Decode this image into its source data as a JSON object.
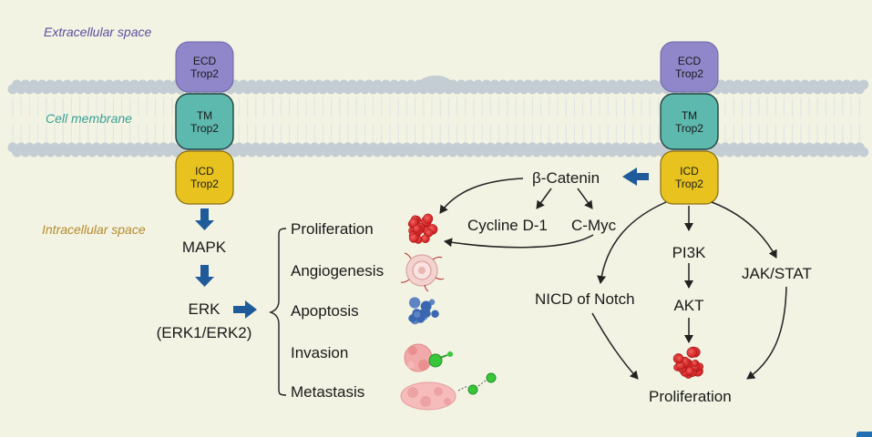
{
  "regions": {
    "extracellular": "Extracellular space",
    "membrane": "Cell membrane",
    "intracellular": "Intracellular space"
  },
  "trop2_left": {
    "ecd": [
      "ECD",
      "Trop2"
    ],
    "tm": [
      "TM",
      "Trop2"
    ],
    "icd": [
      "ICD",
      "Trop2"
    ]
  },
  "trop2_right": {
    "ecd": [
      "ECD",
      "Trop2"
    ],
    "tm": [
      "TM",
      "Trop2"
    ],
    "icd": [
      "ICD",
      "Trop2"
    ]
  },
  "left_pathway": {
    "mapk": "MAPK",
    "erk": "ERK",
    "erk_sub": "(ERK1/ERK2)"
  },
  "outcomes": [
    "Proliferation",
    "Angiogenesis",
    "Apoptosis",
    "Invasion",
    "Metastasis"
  ],
  "right_pathway": {
    "beta_catenin": "β-Catenin",
    "cycline": "Cycline D-1",
    "cmyc": "C-Myc",
    "pi3k": "PI3K",
    "akt": "AKT",
    "jak_stat": "JAK/STAT",
    "nicd": "NICD of Notch",
    "proliferation": "Proliferation"
  },
  "colors": {
    "background": "#f2f3e3",
    "ecd": "#8f87c9",
    "tm": "#5db8ad",
    "icd": "#e8c320",
    "arrow_blue": "#1f5b9a",
    "extracellular_text": "#5b4f9e",
    "membrane_text": "#3a9d95",
    "intracellular_text": "#b68a2c",
    "membrane_head": "#c4cdd3"
  }
}
